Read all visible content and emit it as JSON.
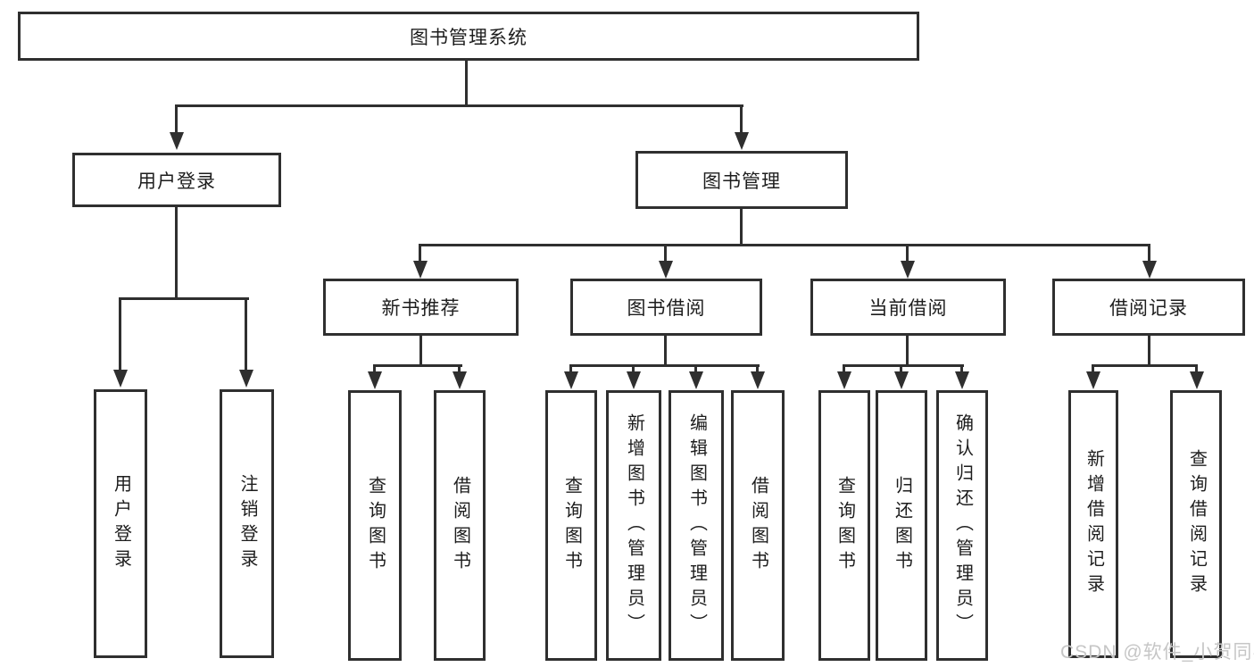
{
  "diagram": {
    "root": {
      "label": "图书管理系统"
    },
    "branches": [
      {
        "label": "用户登录",
        "children": [
          {
            "label": "用户登录"
          },
          {
            "label": "注销登录"
          }
        ]
      },
      {
        "label": "图书管理",
        "children": [
          {
            "label": "新书推荐",
            "children": [
              {
                "label": "查询图书"
              },
              {
                "label": "借阅图书"
              }
            ]
          },
          {
            "label": "图书借阅",
            "children": [
              {
                "label": "查询图书"
              },
              {
                "label": "新增图书（管理员）"
              },
              {
                "label": "编辑图书（管理员）"
              },
              {
                "label": "借阅图书"
              }
            ]
          },
          {
            "label": "当前借阅",
            "children": [
              {
                "label": "查询图书"
              },
              {
                "label": "归还图书"
              },
              {
                "label": "确认归还（管理员）"
              }
            ]
          },
          {
            "label": "借阅记录",
            "children": [
              {
                "label": "新增借阅记录"
              },
              {
                "label": "查询借阅记录"
              }
            ]
          }
        ]
      }
    ]
  },
  "watermark": {
    "text": "CSDN @软件_小贺同学"
  },
  "colors": {
    "line": "#2f2f2f",
    "box_fill": "#ffffff",
    "text": "#1d1d1d",
    "background": "#ffffff",
    "watermark": "#c6c6c6"
  }
}
